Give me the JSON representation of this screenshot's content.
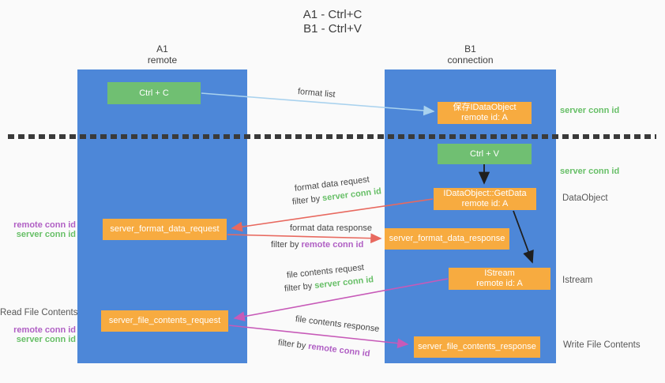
{
  "title": {
    "line1": "A1 - Ctrl+C",
    "line2": "B1 - Ctrl+V"
  },
  "lanes": {
    "left": {
      "name": "A1",
      "role": "remote"
    },
    "right": {
      "name": "B1",
      "role": "connection"
    }
  },
  "nodes": {
    "ctrl_c": "Ctrl + C",
    "ctrl_v": "Ctrl + V",
    "save_idataobject": {
      "line1": "保存IDataObject",
      "line2": "remote id: A"
    },
    "getdata": {
      "line1": "IDataObject::GetData",
      "line2": "remote id: A"
    },
    "istream": {
      "line1": "IStream",
      "line2": "remote id: A"
    },
    "server_format_data_request": "server_format_data_request",
    "server_format_data_response": "server_format_data_response",
    "server_file_contents_request": "server_file_contents_request",
    "server_file_contents_response": "server_file_contents_response"
  },
  "arrow_labels": {
    "format_list": "format list",
    "format_data_request": "format data request",
    "format_data_response": "format data response",
    "file_contents_request": "file contents request",
    "file_contents_response": "file contents response",
    "filter_by": "filter by",
    "server_conn_id": "server conn id",
    "remote_conn_id": "remote conn id"
  },
  "side_labels": {
    "right_server_conn_id_top": "server conn id",
    "right_server_conn_id_mid": "server conn id",
    "right_dataobject": "DataObject",
    "right_istream": "Istream",
    "right_write_file_contents": "Write File Contents",
    "left_remote_conn_id_top": "remote conn id",
    "left_server_conn_id_top": "server conn id",
    "left_read_file_contents": "Read File Contents",
    "left_remote_conn_id_bottom": "remote conn id",
    "left_server_conn_id_bottom": "server conn id"
  },
  "colors": {
    "lane_blue": "#4d87d8",
    "box_green": "#70bf72",
    "box_orange": "#f7ab40",
    "text_green": "#67bf67",
    "text_purple": "#b05fc4",
    "arrow_red": "#e8695f",
    "arrow_magenta": "#c75ab8",
    "arrow_blue": "#a9d2ee",
    "arrow_black": "#1f1f1f"
  }
}
